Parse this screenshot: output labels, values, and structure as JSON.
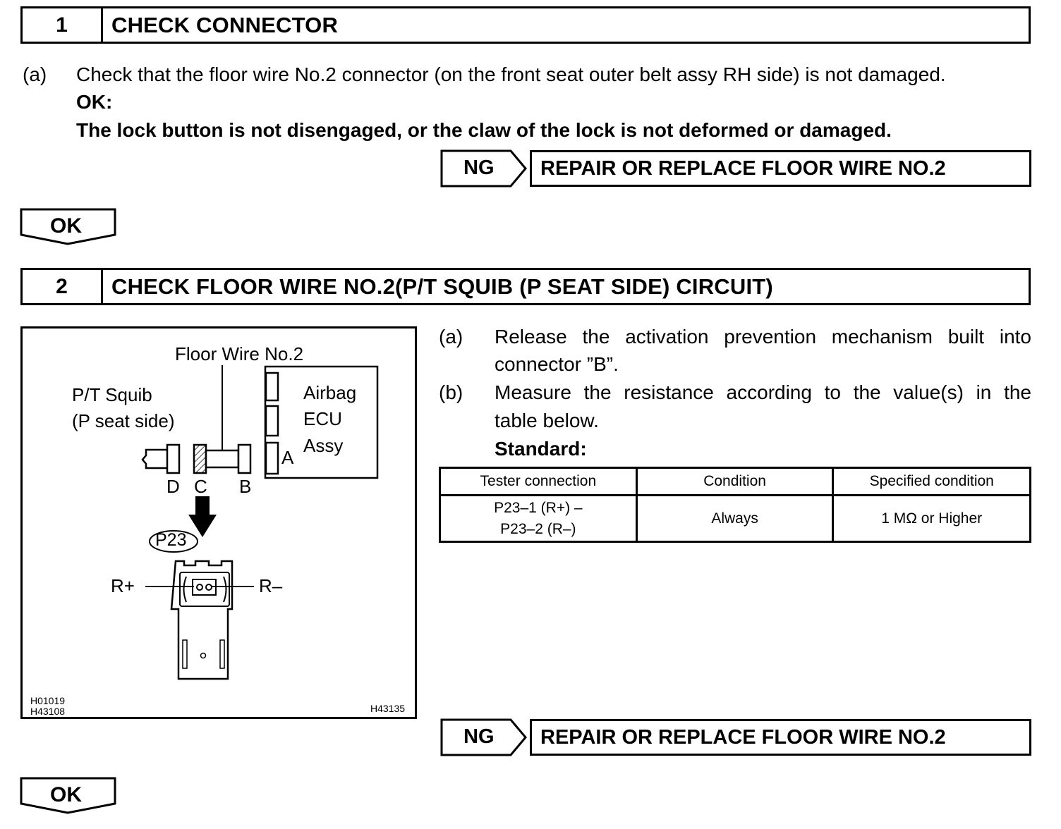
{
  "step1": {
    "number": "1",
    "title": "CHECK CONNECTOR",
    "instruction_marker": "(a)",
    "instruction": "Check that the floor wire No.2 connector (on the front seat outer belt assy RH side) is not damaged.",
    "ok_heading": "OK:",
    "ok_criteria": "The lock button is not disengaged, or the claw of the lock is not deformed or damaged.",
    "ng_label": "NG",
    "ng_result": "REPAIR OR REPLACE FLOOR WIRE NO.2",
    "ok_label": "OK"
  },
  "step2": {
    "number": "2",
    "title": "CHECK FLOOR WIRE NO.2(P/T SQUIB (P SEAT SIDE) CIRCUIT)",
    "instructions": [
      {
        "marker": "(a)",
        "lines": [
          "Release the activation prevention mechanism built into",
          "connector ”B”."
        ]
      },
      {
        "marker": "(b)",
        "lines": [
          "Measure the resistance according to the value(s) in the",
          "table below."
        ]
      }
    ],
    "standard_label": "Standard:",
    "table": {
      "headers": [
        "Tester connection",
        "Condition",
        "Specified condition"
      ],
      "rows": [
        {
          "tester_line1": "P23–1 (R+) –",
          "tester_line2": "P23–2 (R–)",
          "condition": "Always",
          "specified": "1 MΩ or Higher"
        }
      ]
    },
    "ng_label": "NG",
    "ng_result": "REPAIR OR REPLACE FLOOR WIRE NO.2",
    "ok_label": "OK"
  },
  "diagram": {
    "floor_wire_label": "Floor Wire No.2",
    "squib_label_1": "P/T Squib",
    "squib_label_2": "(P seat side)",
    "ecu_label_1": "Airbag",
    "ecu_label_2": "ECU",
    "ecu_label_3": "Assy",
    "conn_a": "A",
    "conn_d": "D",
    "conn_c": "C",
    "conn_b": "B",
    "connector_code": "P23",
    "terminal_plus": "R+",
    "terminal_minus": "R–",
    "code_1": "H01019",
    "code_2": "H43108",
    "code_3": "H43135"
  }
}
